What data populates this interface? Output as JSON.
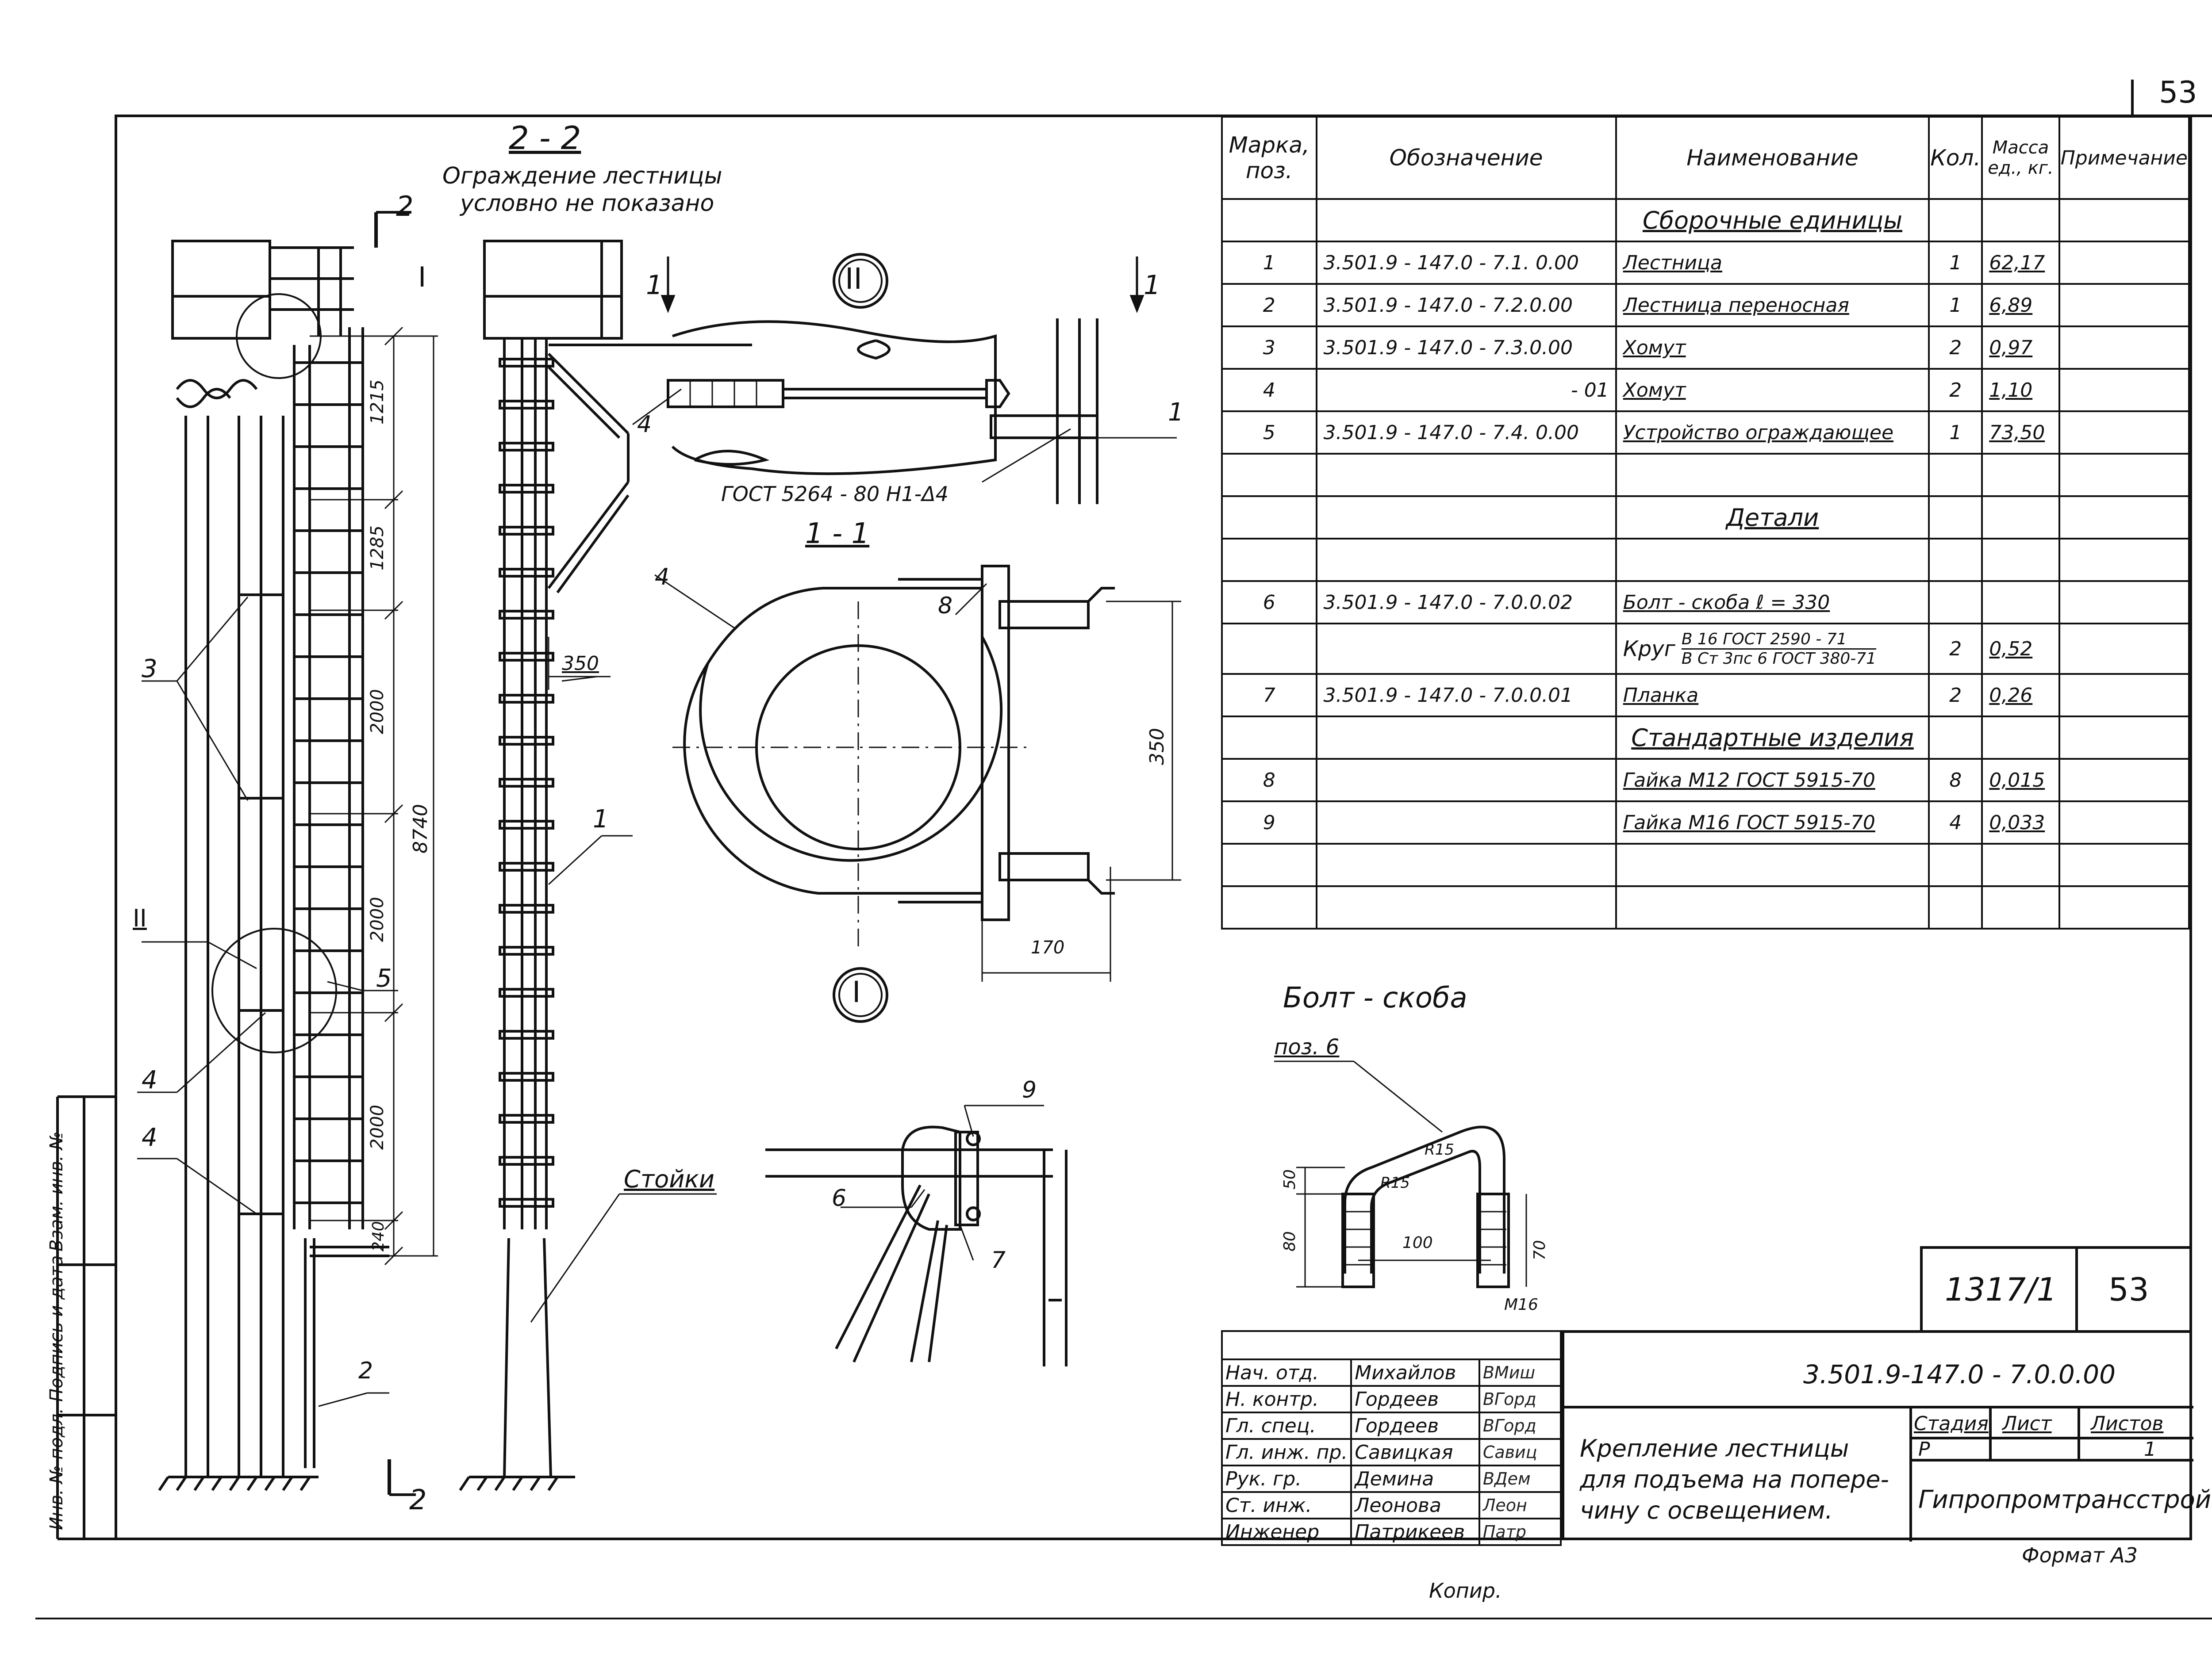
{
  "sheet": {
    "page_number": "53",
    "section_2_2_title": "2 - 2",
    "section_2_2_note_line1": "Ограждение лестницы",
    "section_2_2_note_line2": "условно не показано",
    "section_1_1_title": "1 - 1",
    "callout_I": "I",
    "callout_II": "II",
    "cut_mark": "2",
    "cut_mark_1": "1",
    "weld_note": "ГОСТ 5264 - 80  Н1-Δ4",
    "stoiki_label": "Стойки",
    "bolt_title": "Болт - скоба",
    "bolt_pos": "поз. 6",
    "copy_label": "Копир.",
    "format_label": "Формат А3",
    "side_labels": [
      "Инв. № подл.",
      "Подпись и дата",
      "Взам. инв. №"
    ]
  },
  "dimensions": {
    "d1215": "1215",
    "d1285": "1285",
    "d2000a": "2000",
    "d2000b": "2000",
    "d2000c": "2000",
    "d8740": "8740",
    "d240": "240",
    "d350a": "350",
    "d350b": "350",
    "d170": "170",
    "d50": "50",
    "d80": "80",
    "d100": "100",
    "d70": "70",
    "r15a": "R15",
    "r15b": "R15",
    "m16": "M16"
  },
  "leaders": {
    "p1a": "1",
    "p1b": "1",
    "p2": "2",
    "p3": "3",
    "p4a": "4",
    "p4b": "4",
    "p4c": "4",
    "p4d": "4",
    "p5": "5",
    "p6": "6",
    "p7": "7",
    "p8": "8",
    "p9": "9"
  },
  "spec": {
    "headers": [
      "Марка, поз.",
      "Обозначение",
      "Наименование",
      "Кол.",
      "Масса ед., кг.",
      "Примечание"
    ],
    "rows": [
      {
        "type": "section",
        "name": "Сборочные единицы"
      },
      {
        "pos": "1",
        "code": "3.501.9 - 147.0 - 7.1. 0.00",
        "name": "Лестница",
        "qty": "1",
        "mass": "62,17"
      },
      {
        "pos": "2",
        "code": "3.501.9 - 147.0 - 7.2.0.00",
        "name": "Лестница переносная",
        "qty": "1",
        "mass": "6,89"
      },
      {
        "pos": "3",
        "code": "3.501.9 - 147.0 - 7.3.0.00",
        "name": "Хомут",
        "qty": "2",
        "mass": "0,97"
      },
      {
        "pos": "4",
        "code": "- 01",
        "name": "Хомут",
        "qty": "2",
        "mass": "1,10"
      },
      {
        "pos": "5",
        "code": "3.501.9 - 147.0 - 7.4. 0.00",
        "name": "Устройство ограждающее",
        "qty": "1",
        "mass": "73,50"
      },
      {
        "type": "blank"
      },
      {
        "type": "section",
        "name": "Детали"
      },
      {
        "type": "blank"
      },
      {
        "pos": "6",
        "code": "3.501.9 - 147.0 - 7.0.0.02",
        "name": "Болт - скоба  ℓ = 330",
        "qty": "",
        "mass": ""
      },
      {
        "pos": "",
        "code": "",
        "name": "Круг",
        "name_top": "В 16 ГОСТ 2590 - 71",
        "name_bottom": "В Ст 3пс 6  ГОСТ 380-71",
        "qty": "2",
        "mass": "0,52"
      },
      {
        "pos": "7",
        "code": "3.501.9 - 147.0 - 7.0.0.01",
        "name": "Планка",
        "qty": "2",
        "mass": "0,26"
      },
      {
        "type": "section",
        "name": "Стандартные изделия"
      },
      {
        "pos": "8",
        "code": "",
        "name": "Гайка М12  ГОСТ 5915-70",
        "qty": "8",
        "mass": "0,015"
      },
      {
        "pos": "9",
        "code": "",
        "name": "Гайка М16  ГОСТ 5915-70",
        "qty": "4",
        "mass": "0,033"
      },
      {
        "type": "blank"
      },
      {
        "type": "blank"
      }
    ]
  },
  "stamp": {
    "sheet_code": "1317/1",
    "sheet_no": "53",
    "designation": "3.501.9-147.0 - 7.0.0.00",
    "title_line1": "Крепление лестницы",
    "title_line2": "для подъема на попере-",
    "title_line3": "чину с освещением.",
    "stage_label": "Стадия",
    "sheet_label": "Лист",
    "sheets_label": "Листов",
    "stage_value": "Р",
    "sheets_value": "1",
    "org": "Гипропромтрансстрой",
    "people": [
      {
        "role": "Нач. отд.",
        "name": "Михайлов",
        "sign": "ВМиш"
      },
      {
        "role": "Н. контр.",
        "name": "Гордеев",
        "sign": "ВГорд"
      },
      {
        "role": "Гл. спец.",
        "name": "Гордеев",
        "sign": "ВГорд"
      },
      {
        "role": "Гл. инж. пр.",
        "name": "Савицкая",
        "sign": "Савиц"
      },
      {
        "role": "Рук. гр.",
        "name": "Демина",
        "sign": "ВДем"
      },
      {
        "role": "Ст. инж.",
        "name": "Леонова",
        "sign": "Леон"
      },
      {
        "role": "Инженер",
        "name": "Патрикеев",
        "sign": "Патр"
      }
    ]
  }
}
